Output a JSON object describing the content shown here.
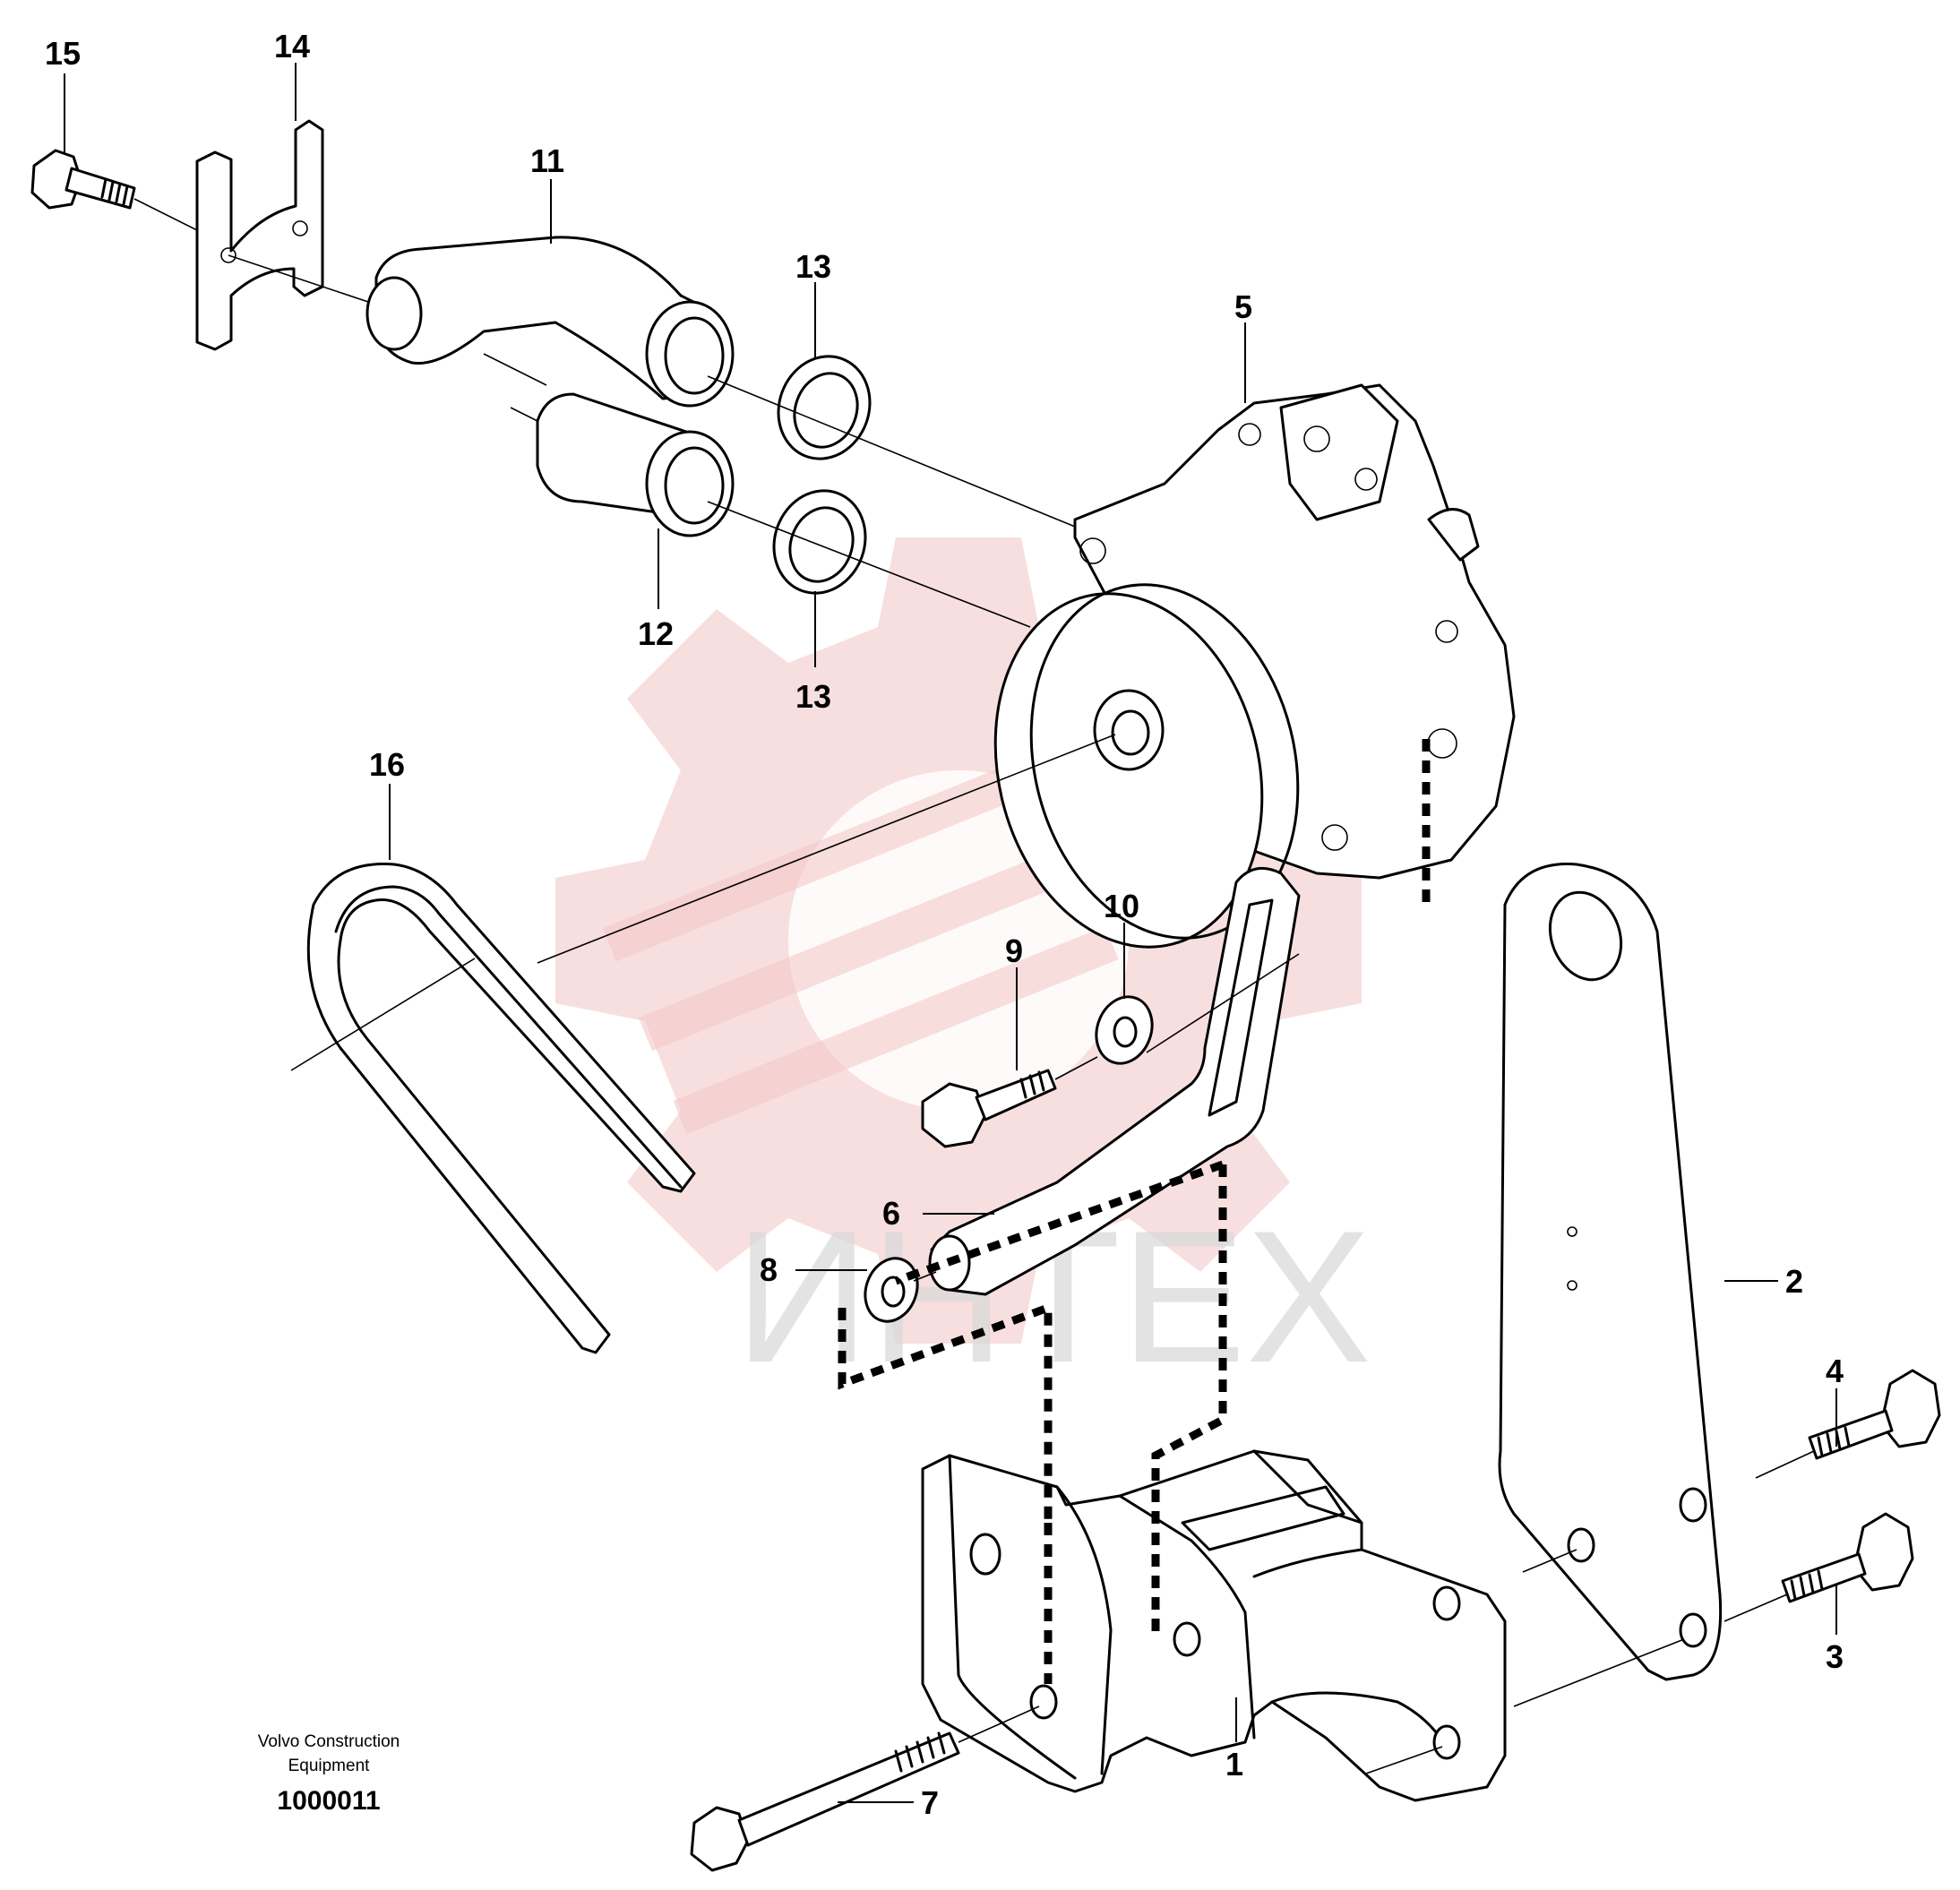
{
  "callouts": {
    "c1": "1",
    "c2": "2",
    "c3": "3",
    "c4": "4",
    "c5": "5",
    "c6": "6",
    "c7": "7",
    "c8": "8",
    "c9": "9",
    "c10": "10",
    "c11": "11",
    "c12": "12",
    "c13a": "13",
    "c13b": "13",
    "c14": "14",
    "c15": "15",
    "c16": "16"
  },
  "footer": {
    "line1": "Volvo Construction",
    "line2": "Equipment",
    "code": "1000011"
  },
  "watermark": {
    "text": "ИНТЕХ"
  }
}
